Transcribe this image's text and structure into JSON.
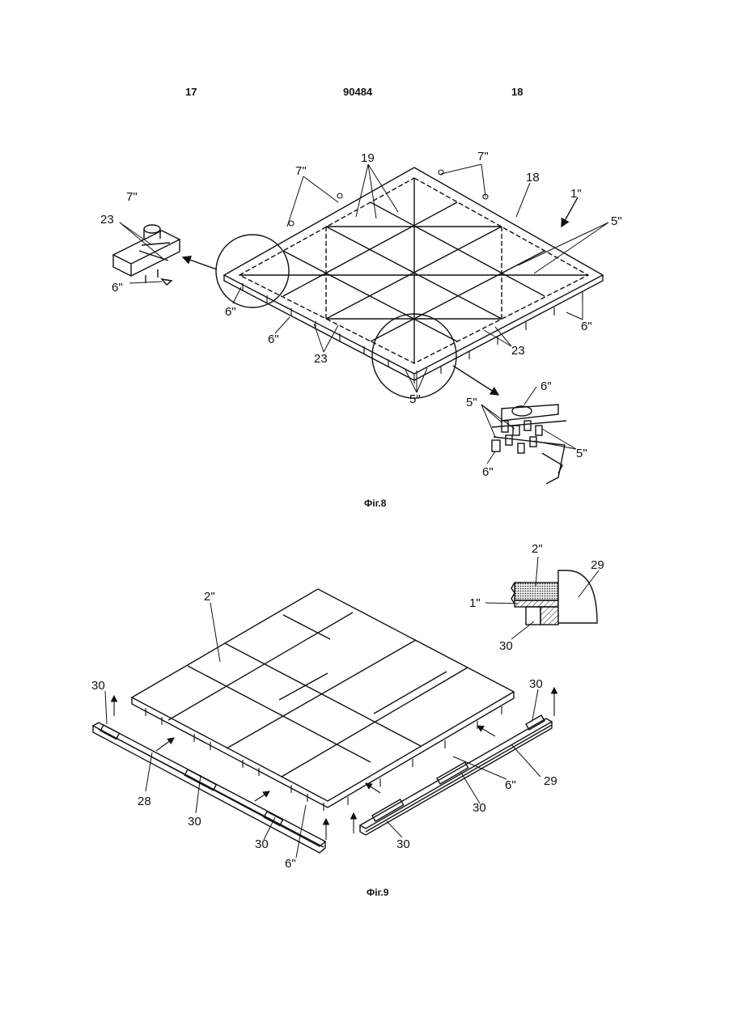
{
  "header": {
    "page_left": "17",
    "patent_number": "90484",
    "page_right": "18"
  },
  "fig8": {
    "caption": "Фіг.8",
    "labels": {
      "l19": "19",
      "l7a": "7\"",
      "l7b": "7\"",
      "l7c": "7\"",
      "l18": "18",
      "l1": "1\"",
      "l5a": "5\"",
      "l23a": "23",
      "l6a": "6\"",
      "l6b": "6\"",
      "l6c": "6\"",
      "l6d": "6\"",
      "l23b": "23",
      "l23c": "23",
      "l5b": "5\"",
      "l6e": "6\"",
      "l5c": "5\"",
      "l5d": "5\"",
      "l6f": "6\""
    }
  },
  "fig9": {
    "caption": "Фіг.9",
    "labels": {
      "l2a": "2\"",
      "l29a": "29",
      "l2b": "2\"",
      "l1": "1\"",
      "l30a": "30",
      "l30b": "30",
      "l30c": "30",
      "l28": "28",
      "l30d": "30",
      "l30e": "30",
      "l6a": "6\"",
      "l30f": "30",
      "l6b": "6\"",
      "l29b": "29",
      "l30g": "30"
    }
  }
}
